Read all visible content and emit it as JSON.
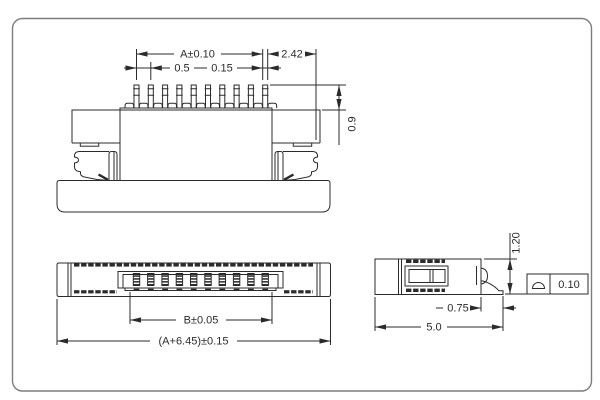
{
  "connector": {
    "pin_count": 10
  },
  "dimensions": {
    "front": {
      "pin_span": "A±0.10",
      "end_gap": "2.42",
      "pin_pitch": "0.5",
      "pin_width": "0.15",
      "pin_height": "0.9"
    },
    "bottom": {
      "contact_span": "B±0.05",
      "overall_width": "(A+6.45)±0.15"
    },
    "side": {
      "overall_height": "1.20",
      "foot_length": "0.75",
      "overall_depth": "5.0"
    },
    "gdt": {
      "tolerance": "0.10",
      "symbol_name": "profile-of-surface"
    }
  },
  "colors": {
    "line": "#2b2b2b",
    "border": "#7d7d7d",
    "background": "#ffffff"
  }
}
